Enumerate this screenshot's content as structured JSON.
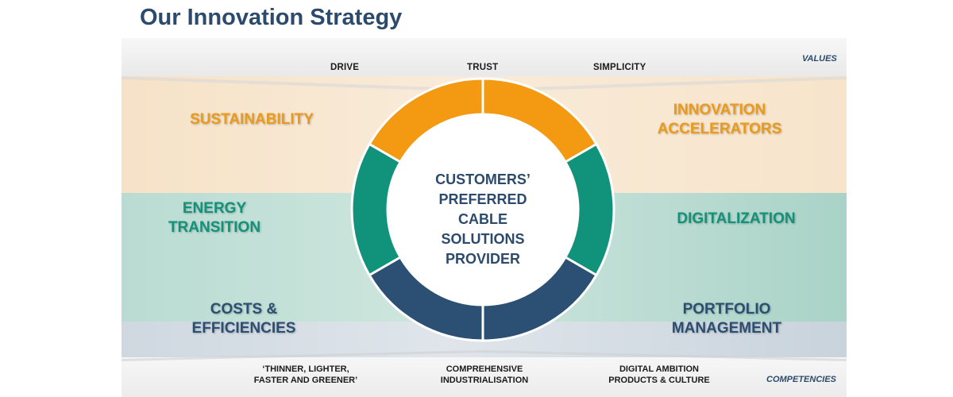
{
  "title": "Our Innovation Strategy",
  "values": {
    "tag": "VALUES",
    "items": [
      "DRIVE",
      "TRUST",
      "SIMPLICITY"
    ]
  },
  "competencies": {
    "tag": "COMPETENCIES",
    "items": [
      {
        "line1": "‘THINNER, LIGHTER,",
        "line2": "FASTER AND GREENER’"
      },
      {
        "line1": "COMPREHENSIVE",
        "line2": "INDUSTRIALISATION"
      },
      {
        "line1": "DIGITAL AMBITION",
        "line2": "PRODUCTS & CULTURE"
      }
    ]
  },
  "pillars": {
    "sustainability": {
      "line1": "SUSTAINABILITY"
    },
    "innovation_accelerators": {
      "line1": "INNOVATION",
      "line2": "ACCELERATORS"
    },
    "energy_transition": {
      "line1": "ENERGY",
      "line2": "TRANSITION"
    },
    "digitalization": {
      "line1": "DIGITALIZATION"
    },
    "costs_efficiencies": {
      "line1": "COSTS &",
      "line2": "EFFICIENCIES"
    },
    "portfolio_management": {
      "line1": "PORTFOLIO",
      "line2": "MANAGEMENT"
    }
  },
  "center": {
    "lines": [
      "CUSTOMERS’",
      "PREFERRED",
      "CABLE",
      "SOLUTIONS",
      "PROVIDER"
    ]
  },
  "colors": {
    "orange": "#f39a12",
    "teal": "#11927a",
    "navy": "#2b5073",
    "title": "#2c4a6b"
  }
}
